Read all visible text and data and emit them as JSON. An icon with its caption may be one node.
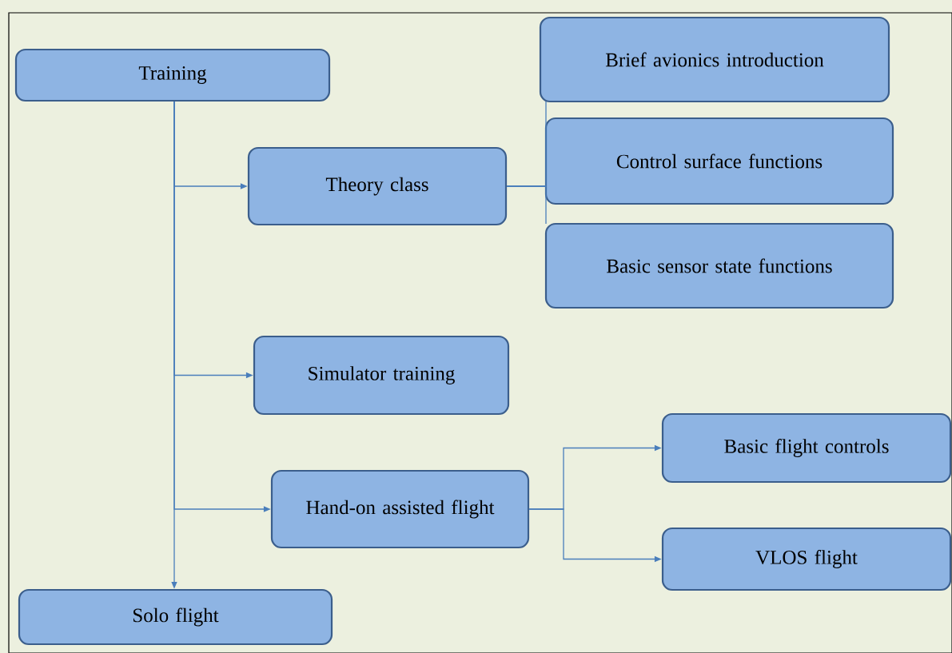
{
  "diagram": {
    "nodes": [
      {
        "text": [
          "Training"
        ]
      },
      {
        "text": [
          "Theory class"
        ]
      },
      {
        "text": [
          "Brief avionics introduction"
        ]
      },
      {
        "text": [
          "Control surface functions"
        ]
      },
      {
        "text": [
          "Basic sensor state functions"
        ]
      },
      {
        "text": [
          "Simulator training"
        ]
      },
      {
        "text": [
          "Hand-on assisted flight"
        ]
      },
      {
        "text": [
          "Basic flight controls"
        ]
      },
      {
        "text": [
          "VLOS flight"
        ]
      },
      {
        "text": [
          "Solo flight"
        ]
      }
    ],
    "edges": [
      {
        "from": 0,
        "to": 1,
        "arrow": "to"
      },
      {
        "from": 0,
        "to": 5,
        "arrow": "to"
      },
      {
        "from": 0,
        "to": 6,
        "arrow": "to"
      },
      {
        "from": 0,
        "to": 9,
        "arrow": "to"
      },
      {
        "from": 1,
        "to": 2,
        "arrow": "none"
      },
      {
        "from": 1,
        "to": 3,
        "arrow": "none"
      },
      {
        "from": 1,
        "to": 4,
        "arrow": "none"
      },
      {
        "from": 6,
        "to": 7,
        "arrow": "to"
      },
      {
        "from": 6,
        "to": 8,
        "arrow": "to"
      }
    ]
  }
}
